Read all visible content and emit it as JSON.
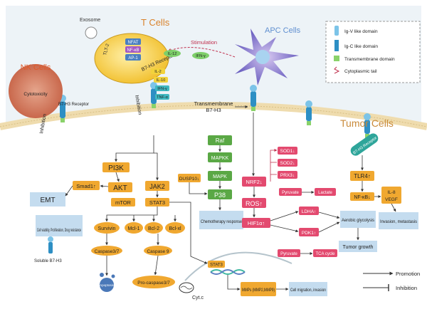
{
  "cells": {
    "t_cells": "T Cells",
    "apc_cells": "APC Cells",
    "nk_cells": "NK Cells",
    "tumor_cells": "Tumor Cells",
    "exosome": "Exosome",
    "tlt2": "TLT-2",
    "b7h3_receptor_t": "B7-H3 Receptor",
    "b7h3_receptor_nk": "B7-H3 Receptor",
    "cytotoxicity": "Cytotoxicity",
    "transmembrane_b7h3_line1": "Transmembrane",
    "transmembrane_b7h3_line2": "B7-H3",
    "soluble_b7h3": "Soluble B7-H3",
    "stimulation": "Stimulation",
    "inhibition_t": "Inhibition",
    "inhibition_nk": "Inhibition"
  },
  "tcell_markers": [
    "NFAT",
    "NF-κB",
    "AP-1"
  ],
  "cytokines": [
    "IL-12",
    "IFN-γ"
  ],
  "t_cytokines": [
    "IL-2",
    "IL-10",
    "IFN-γ",
    "TNF-α"
  ],
  "legend": {
    "ig_v": "Ig-V like domain",
    "ig_c": "Ig-C like domain",
    "tm": "Transmembrane domain",
    "tail": "Cytoplasmic tail"
  },
  "nodes": {
    "pi3k": "PI3K",
    "akt": "AKT",
    "mtor": "mTOR",
    "jak2": "JAK2",
    "stat3": "STAT3",
    "smad1": "Smad1↑",
    "emt": "EMT",
    "cell_viability": "Cell viability, Proliferation, Drug resistance",
    "survivin": "Survivin",
    "mcl1": "Mcl-1",
    "bcl2": "Bcl-2",
    "bclxl": "Bcl-xl",
    "caspase37": "Caspase3/7",
    "caspase9": "Caspase 9",
    "procaspase37": "Pro-caspase3/7",
    "apoptosis": "Apoptosis",
    "cytc": "Cyt.c",
    "dusp10": "DUSP10↓",
    "raf": "Raf",
    "mapkk": "MAPKK",
    "mapk": "MAPK",
    "p38": "P38",
    "chemo": "Chemotherapy response",
    "nrf2": "NRF2↓",
    "sod1": "SOD1↓",
    "sod2": "SOD2↓",
    "prx3": "PRX3↓",
    "ros": "ROS↑",
    "hif1a": "HIF1α↑",
    "pyruvate1": "Pyruvate",
    "lactate": "Lactate",
    "ldha": "LDHA↑",
    "pdk1": "PDK1↑",
    "pyruvate2": "Pyruvate",
    "tca": "TCA cycle",
    "aerobic": "Aerobic glycolysis",
    "tumor_growth": "Tumor growth",
    "b7h3_receptor_tumor": "B7-H3 Receptor",
    "tlr4": "TLR4↑",
    "nfkb": "NF-κB↓",
    "il8": "IL-8",
    "vegf": "VEGF",
    "invasion": "Invasion, metastasis",
    "stat3_dna": "STAT3",
    "mmps": "MMPs (MMP2,MMP9)",
    "migration": "Cell migration, invasion",
    "promotion": "Promotion",
    "inhibition": "Inhibition"
  },
  "colors": {
    "orange": "#f0a830",
    "green": "#5aa845",
    "red": "#e34a6f",
    "blue_box": "#c4dcef",
    "teal": "#2ea59a",
    "membrane": "#efdcae"
  }
}
